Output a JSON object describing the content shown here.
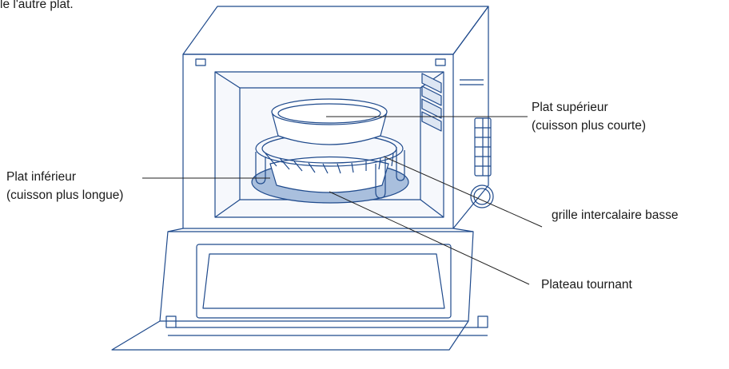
{
  "intro_fragment": "le l'autre plat.",
  "labels": {
    "upper_dish_line1": "Plat supérieur",
    "upper_dish_line2": "(cuisson plus courte)",
    "lower_dish_line1": "Plat inférieur",
    "lower_dish_line2": "(cuisson plus longue)",
    "low_rack": "grille intercalaire basse",
    "turntable": "Plateau tournant"
  },
  "colors": {
    "outline": "#1f4a8c",
    "glass_fill": "#e3eaf4",
    "turntable_fill": "#a9bfdd",
    "leader": "#222222"
  }
}
